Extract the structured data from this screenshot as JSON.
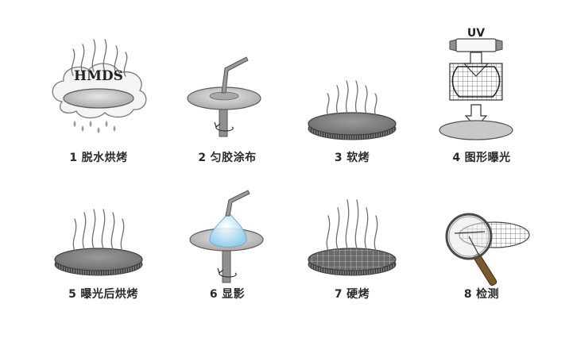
{
  "diagram": {
    "steps": [
      {
        "number": "1",
        "label": "脱水烘烤"
      },
      {
        "number": "2",
        "label": "匀胶涂布"
      },
      {
        "number": "3",
        "label": "软烤"
      },
      {
        "number": "4",
        "label": "图形曝光"
      },
      {
        "number": "5",
        "label": "曝光后烘烤"
      },
      {
        "number": "6",
        "label": "显影"
      },
      {
        "number": "7",
        "label": "硬烤"
      },
      {
        "number": "8",
        "label": "检测"
      }
    ],
    "annotations": {
      "hmds": "HMDS",
      "uv": "UV"
    },
    "colors": {
      "wafer_top": "#c9c9c9",
      "wafer_dark": "#8c8c8c",
      "resist": "#a8a8a8",
      "developer": "#aad8f0",
      "handle": "#7a5a2c"
    }
  }
}
